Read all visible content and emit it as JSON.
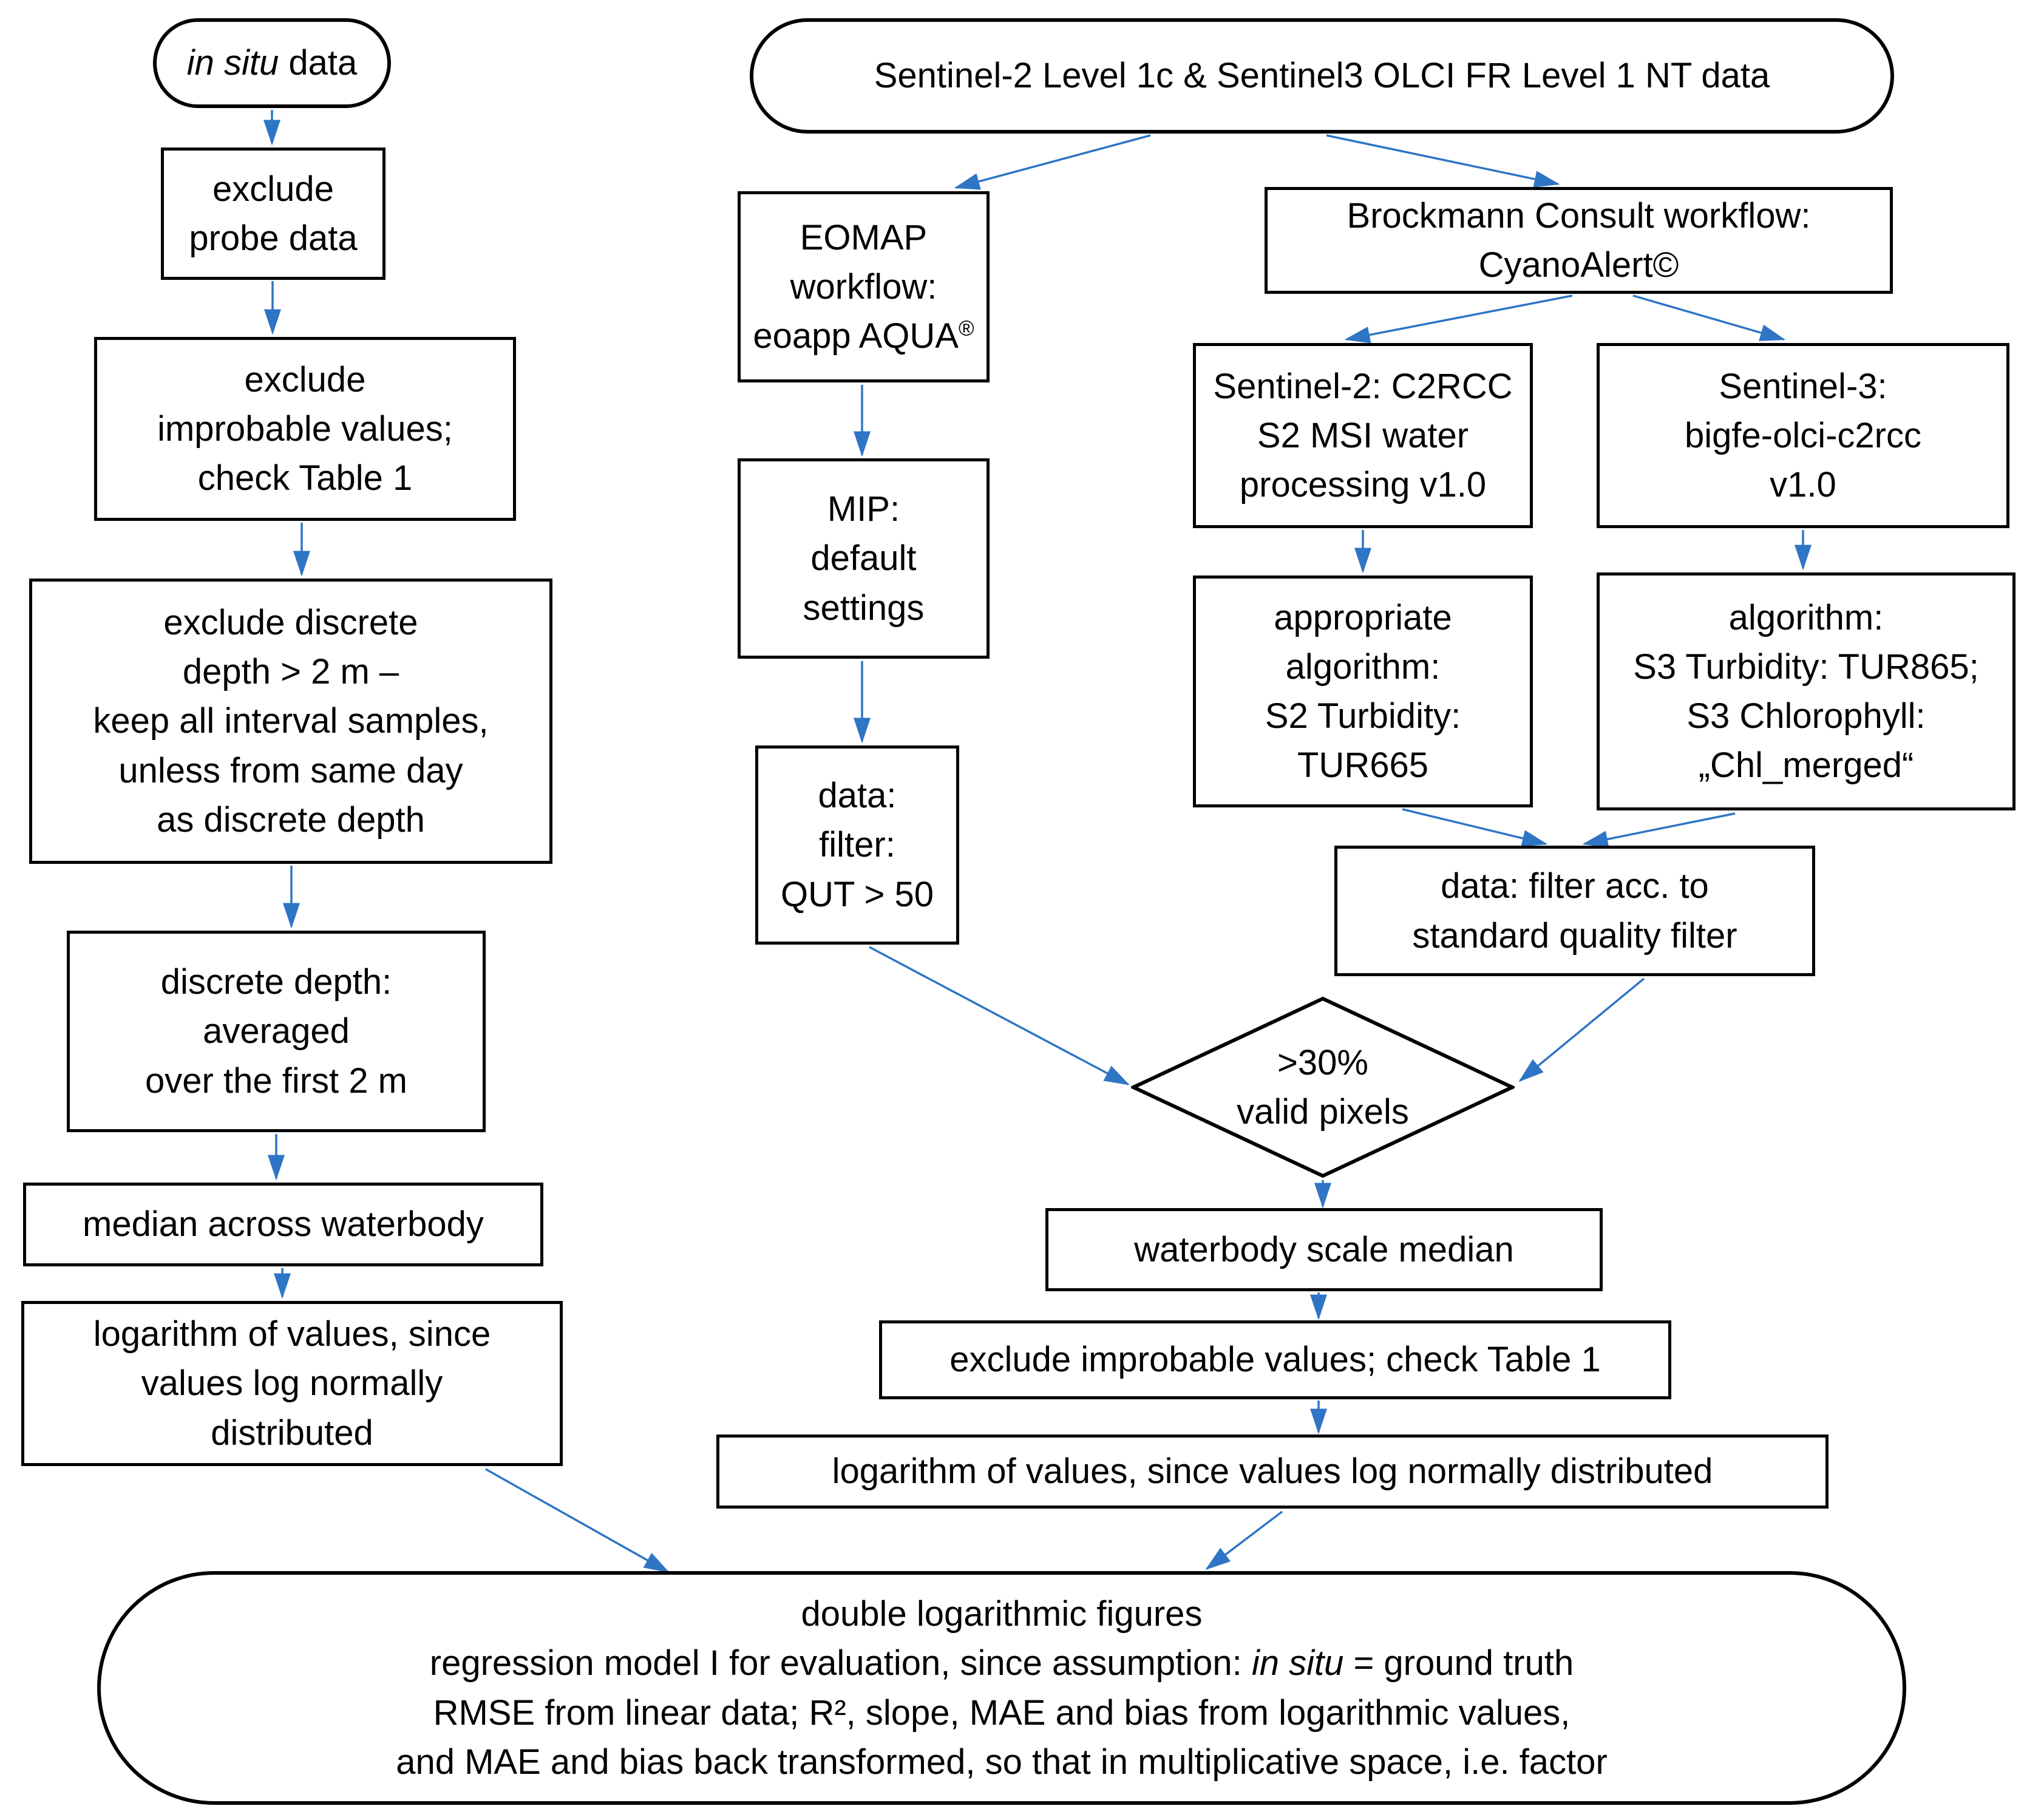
{
  "diagram": {
    "arrow_color": "#2E75C6",
    "border_color": "#000000",
    "nodes": {
      "in_situ": {
        "italic": "in situ",
        "rest": " data"
      },
      "exclude_probe": "exclude\nprobe data",
      "exclude_improbable_left": "exclude\nimprobable values;\ncheck Table 1",
      "exclude_discrete": "exclude discrete\ndepth > 2 m –\nkeep all interval samples,\nunless from same day\nas discrete depth",
      "discrete_depth_avg": "discrete depth:\naveraged\nover the first 2 m",
      "median_waterbody": "median across waterbody",
      "log_left": "logarithm of values, since\nvalues log normally\ndistributed",
      "satellite_oval": "Sentinel-2 Level 1c & Sentinel3 OLCI FR Level 1 NT data",
      "eomap": {
        "l1": "EOMAP",
        "l2": "workflow:",
        "l3": "eoapp AQUA",
        "sup": "®"
      },
      "mip": "MIP:\ndefault\nsettings",
      "qut": "data:\nfilter:\nQUT > 50",
      "brockmann": "Brockmann Consult workflow:\nCyanoAlert©",
      "s2_c2rcc": "Sentinel-2: C2RCC\nS2 MSI water\nprocessing v1.0",
      "s3_c2rcc": "Sentinel-3:\nbigfe-olci-c2rcc\nv1.0",
      "s2_algorithm": "appropriate\nalgorithm:\nS2 Turbidity:\nTUR665",
      "s3_algorithm": "algorithm:\nS3 Turbidity: TUR865;\nS3 Chlorophyll:\n„Chl_merged“",
      "filter_standard": "data: filter acc. to\nstandard quality filter",
      "diamond": ">30%\nvalid pixels",
      "waterbody_scale_median": "waterbody scale median",
      "exclude_improbable_right": "exclude improbable values; check Table 1",
      "log_right": "logarithm of values, since values log normally distributed",
      "final_oval": {
        "line1": "double logarithmic figures",
        "line2_pre": "regression  model I for evaluation, since assumption: ",
        "line2_italic": "in situ",
        "line2_post": " = ground truth",
        "line3": "RMSE from linear data; R², slope, MAE and bias from logarithmic values,",
        "line4": "and MAE and bias back transformed, so that in multiplicative space, i.e. factor"
      }
    }
  }
}
